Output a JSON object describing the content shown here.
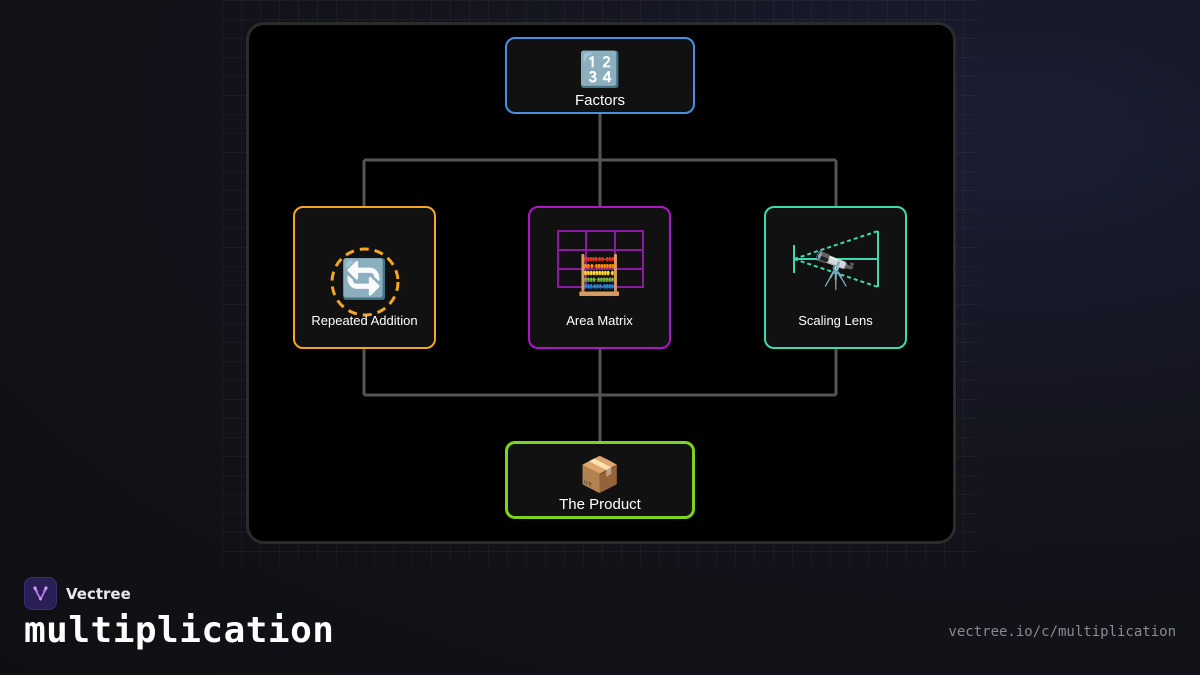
{
  "diagram": {
    "top_node": {
      "label": "Factors",
      "icon": "🔢",
      "border_color": "#4a8fe0"
    },
    "middle_nodes": [
      {
        "label": "Repeated Addition",
        "icon": "🔄",
        "border_color": "#f5a623"
      },
      {
        "label": "Area Matrix",
        "icon": "🧮",
        "border_color": "#b014c8"
      },
      {
        "label": "Scaling Lens",
        "icon": "🔭",
        "border_color": "#3dd9b0"
      }
    ],
    "bottom_node": {
      "label": "The Product",
      "icon": "📦",
      "border_color": "#7ed321"
    },
    "connector_color": "#555555"
  },
  "footer": {
    "brand_name": "Vectree",
    "title": "multiplication",
    "url": "vectree.io/c/multiplication"
  }
}
